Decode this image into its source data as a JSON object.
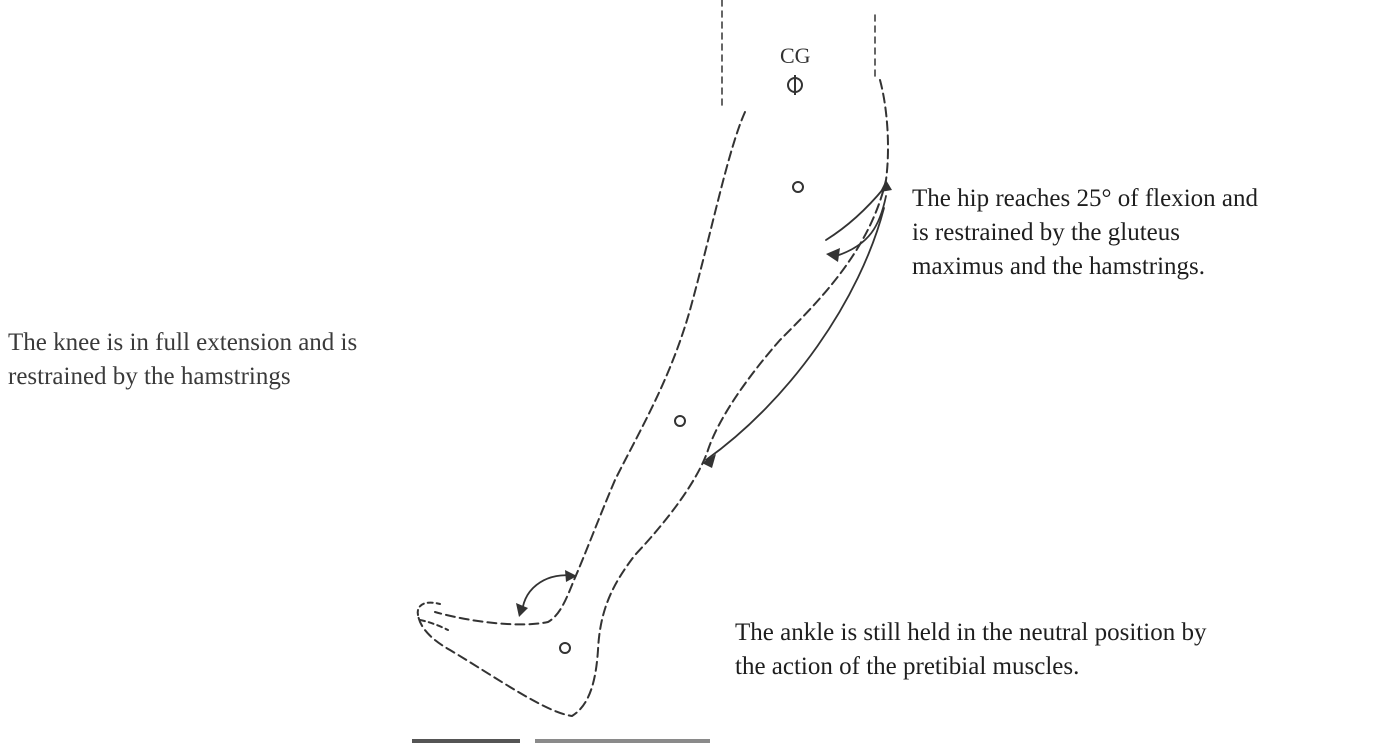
{
  "labels": {
    "cg": "CG",
    "hip": [
      "The hip reaches 25° of flexion and",
      "is restrained by the gluteus",
      "maximus and the hamstrings."
    ],
    "knee": [
      "The knee is in full extension and is",
      "restrained by the hamstrings"
    ],
    "ankle": [
      "The ankle is still held in the neutral position by",
      "the action of the pretibial muscles."
    ]
  },
  "colors": {
    "line": "#333333",
    "text": "#1e1e1e",
    "background": "#ffffff"
  }
}
